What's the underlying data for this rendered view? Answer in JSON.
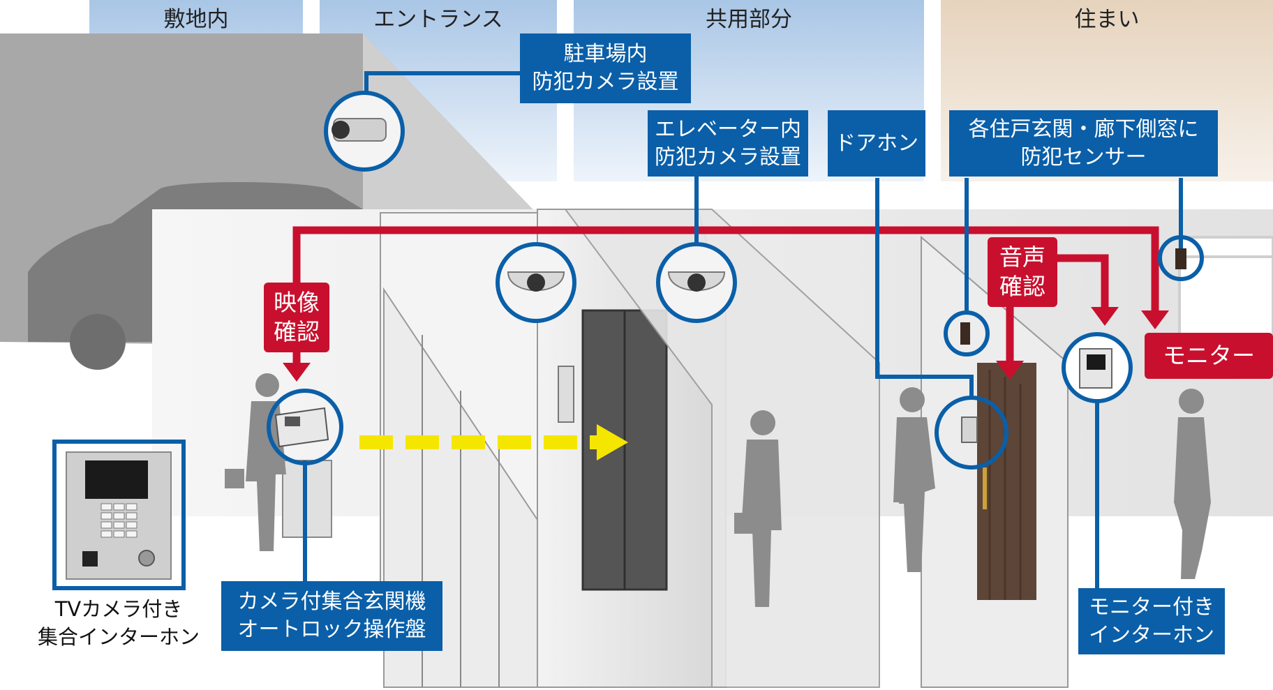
{
  "zones": {
    "premises": "敷地内",
    "entrance": "エントランス",
    "common": "共用部分",
    "residence": "住まい"
  },
  "labels": {
    "parking_camera": [
      "駐車場内",
      "防犯カメラ設置"
    ],
    "elevator_camera": [
      "エレベーター内",
      "防犯カメラ設置"
    ],
    "doorphone": [
      "ドアホン"
    ],
    "security_sensor": [
      "各住戸玄関・廊下側窓に",
      "防犯センサー"
    ],
    "autolock_panel": [
      "カメラ付集合玄関機",
      "オートロック操作盤"
    ],
    "monitor_intercom": [
      "モニター付き",
      "インターホン"
    ],
    "tv_intercom": [
      "TVカメラ付き",
      "集合インターホン"
    ],
    "video_check": [
      "映像",
      "確認"
    ],
    "audio_check": [
      "音声",
      "確認"
    ],
    "monitor": [
      "モニター"
    ]
  },
  "colors": {
    "blue": "#0a5fa8",
    "red": "#c8102e",
    "yellow": "#f5e600",
    "silhouette": "#8c8c8c",
    "sky": "#c6d9ee",
    "residence_sky": "#eadfd0"
  },
  "icons": [
    "security-camera-icon",
    "dome-camera-icon",
    "keypad-icon",
    "doorphone-icon",
    "sensor-icon",
    "monitor-icon"
  ]
}
